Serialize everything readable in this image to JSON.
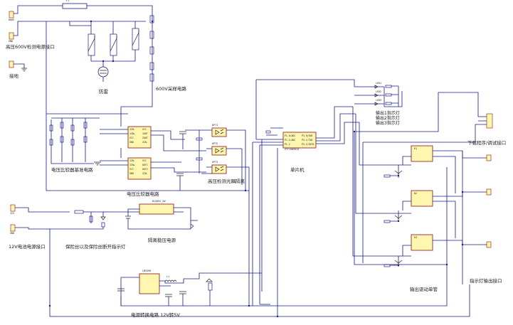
{
  "labels": {
    "hv_detect_power_port": "高压600V检测电源接口",
    "ground": "接地",
    "discharge_tube": "防雷",
    "sampling_600v": "600V采样电路",
    "voltage_compare_ref": "电压比较器基准电路",
    "voltage_compare": "电压比较器电路",
    "hv_detect_optoisolation": "高压检测光耦隔离",
    "mcu": "单片机",
    "output_indicators": "输出1指示灯\n输出2指示灯\n输出3指示灯",
    "download_debug_port": "下载程序/调试接口",
    "isolated_regulator": "隔离稳压电源",
    "fuse_protection_led": "保险丝以及保险丝断开指示灯",
    "battery_12v_port": "12V电池电源接口",
    "power_convert_12v_5v": "电源转换电路 12V转5V",
    "output_driver": "输出驱动单管",
    "indicator_output_port": "指示灯输出接口"
  },
  "parts": {
    "fuse": "F1",
    "u1_pins_left": [
      "1IN-",
      "1IN+",
      "VCC",
      "GND"
    ],
    "u1_pins_right": [
      "VCC",
      "1OUT",
      "2OUT",
      "2IN-"
    ],
    "u2_pins_left": [
      "1IN-",
      "1IN+",
      "VCC",
      "GND"
    ],
    "u2_pins_right": [
      "VCC",
      "OUT1",
      "OUT2",
      "2IN-"
    ],
    "mcu_pins_left": [
      "P1.0/ADC",
      "P1.1/ADC",
      "P1.2"
    ],
    "mcu_pins_right": [
      "P3.0/RXD",
      "P3.1/TXD",
      "P3.2/INT0"
    ],
    "mcu_part": "STC15W201S",
    "iso_part": "B1205S_2W",
    "reg_part": "LM2596",
    "inductor": "L1",
    "led_parts": [
      "LED1",
      "LED2",
      "LED3"
    ],
    "relay_parts": [
      "K1",
      "K2",
      "K3"
    ],
    "opto_parts": [
      "OPT1",
      "OPT2",
      "OPT3"
    ],
    "port_tags": [
      "600V",
      "GND",
      "12V",
      "GND"
    ]
  }
}
